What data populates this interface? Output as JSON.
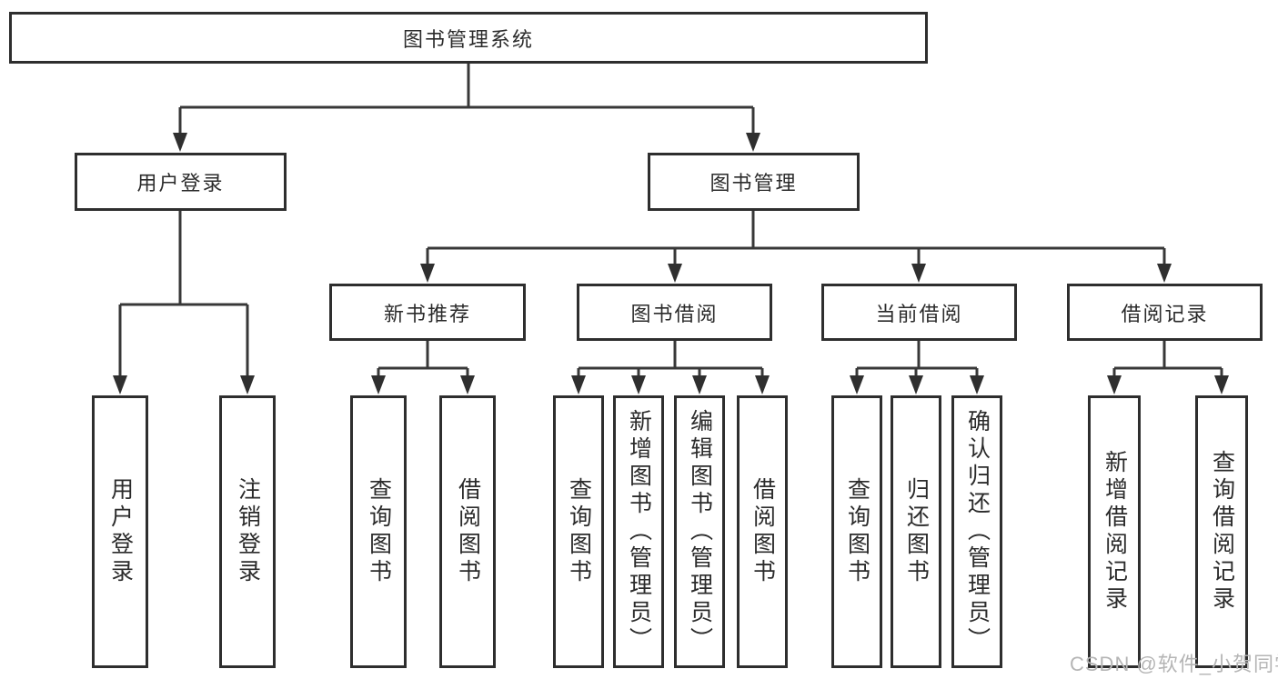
{
  "tree": {
    "root": {
      "label": "图书管理系统",
      "children": [
        {
          "label": "用户登录",
          "children": [
            {
              "label": "用户登录"
            },
            {
              "label": "注销登录"
            }
          ]
        },
        {
          "label": "图书管理",
          "children": [
            {
              "label": "新书推荐",
              "children": [
                {
                  "label": "查询图书"
                },
                {
                  "label": "借阅图书"
                }
              ]
            },
            {
              "label": "图书借阅",
              "children": [
                {
                  "label": "查询图书"
                },
                {
                  "label": "新增图书（管理员）"
                },
                {
                  "label": "编辑图书（管理员）"
                },
                {
                  "label": "借阅图书"
                }
              ]
            },
            {
              "label": "当前借阅",
              "children": [
                {
                  "label": "查询图书"
                },
                {
                  "label": "归还图书"
                },
                {
                  "label": "确认归还（管理员）"
                }
              ]
            },
            {
              "label": "借阅记录",
              "children": [
                {
                  "label": "新增借阅记录"
                },
                {
                  "label": "查询借阅记录"
                }
              ]
            }
          ]
        }
      ]
    }
  },
  "watermark": {
    "text": "CSDN @软件_小贺同学"
  },
  "colors": {
    "line": "#383838",
    "box_border": "#2e2e2e",
    "text": "#2b2b2b",
    "watermark": "#b5b5b5",
    "background": "#ffffff"
  }
}
